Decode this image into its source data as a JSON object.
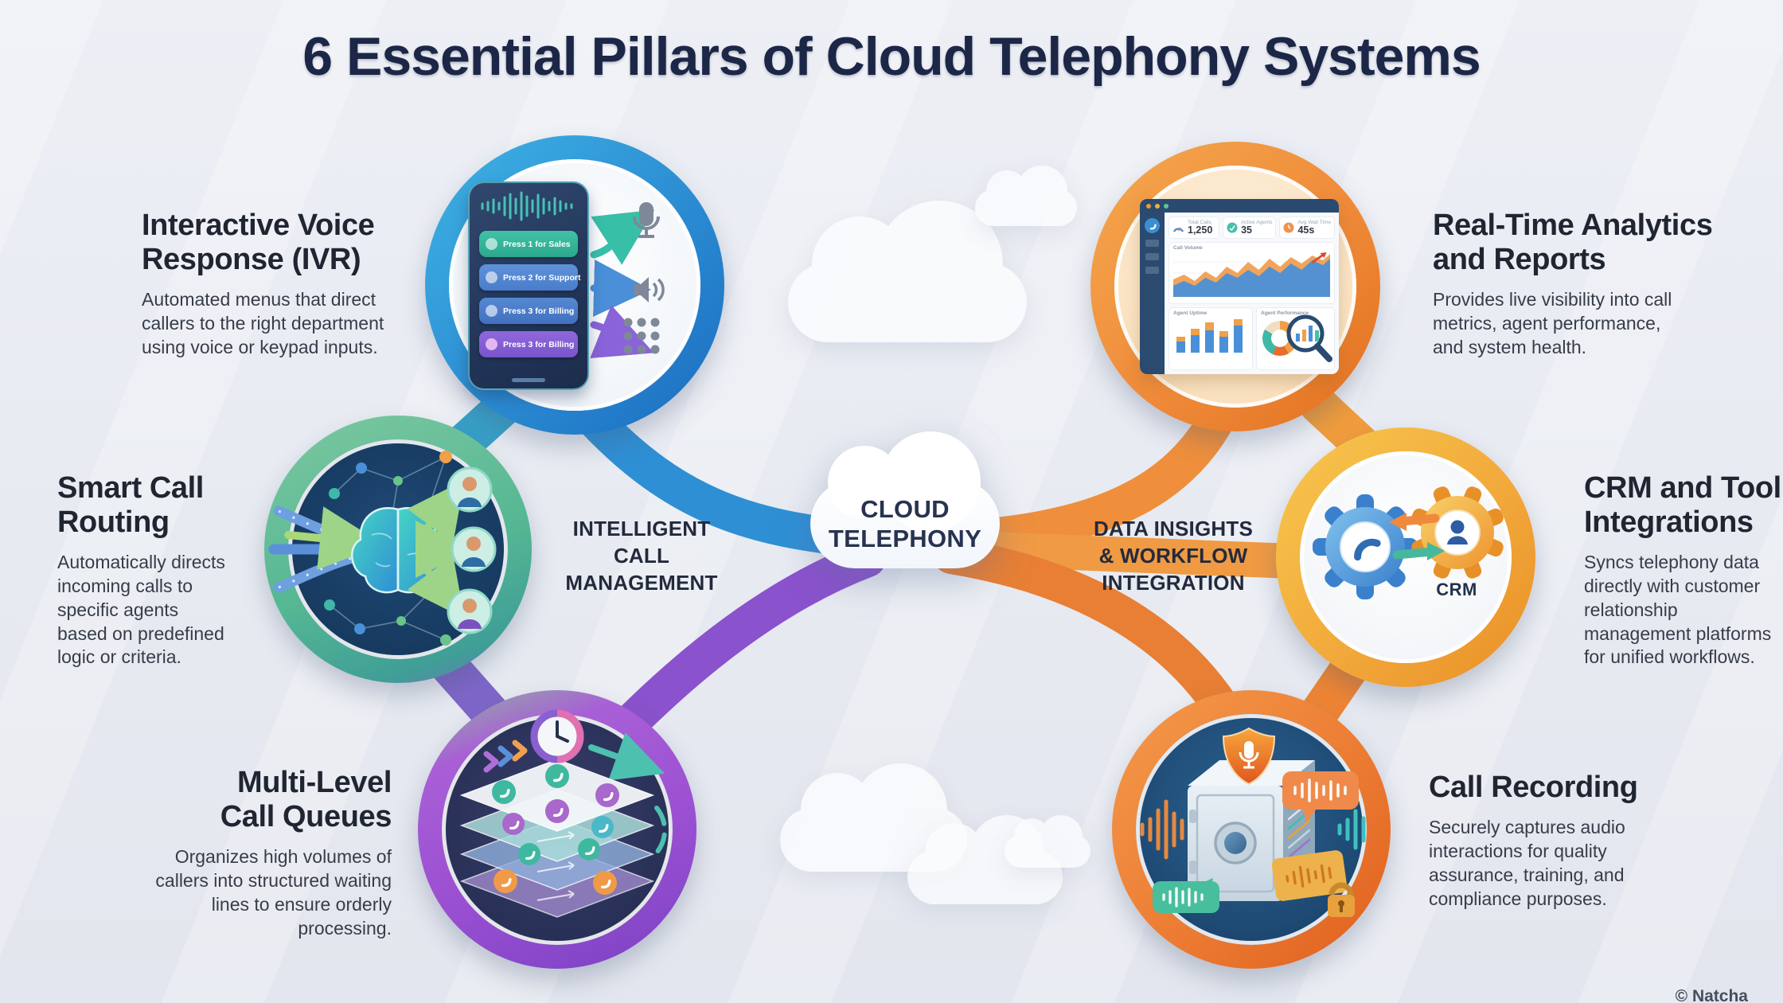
{
  "title": "6 Essential Pillars of Cloud Telephony Systems",
  "center": {
    "cloud_label": "CLOUD\nTELEPHONY",
    "left_group_label": "INTELLIGENT\nCALL\nMANAGEMENT",
    "right_group_label": "DATA INSIGHTS\n& WORKFLOW\nINTEGRATION"
  },
  "pillars": [
    {
      "id": "ivr",
      "title": "Interactive Voice\nResponse (IVR)",
      "description": "Automated menus that direct\ncallers to the right department\nusing voice or keypad inputs.",
      "accent_color": "#2e8fd5"
    },
    {
      "id": "smart-call-routing",
      "title": "Smart Call\nRouting",
      "description": "Automatically directs\nincoming calls to\nspecific agents\nbased on predefined\nlogic or criteria.",
      "accent_color": "#55b793"
    },
    {
      "id": "multi-level-call-queues",
      "title": "Multi-Level\nCall Queues",
      "description": "Organizes high volumes of\ncallers into structured waiting\nlines to ensure orderly\nprocessing.",
      "accent_color": "#9a57d2"
    },
    {
      "id": "real-time-analytics",
      "title": "Real-Time Analytics\nand Reports",
      "description": "Provides live visibility into call\nmetrics, agent performance,\nand system health.",
      "accent_color": "#ef8b3a"
    },
    {
      "id": "crm-tool-integrations",
      "title": "CRM and Tool\nIntegrations",
      "description": "Syncs telephony data\ndirectly with customer\nrelationship\nmanagement platforms\nfor unified workflows.",
      "accent_color": "#f2a93b"
    },
    {
      "id": "call-recording",
      "title": "Call Recording",
      "description": "Securely captures audio\ninteractions for quality\nassurance, training, and\ncompliance purposes.",
      "accent_color": "#ec7c33"
    }
  ],
  "ivr_graphic": {
    "menu_items": [
      "Press 1 for Sales",
      "Press 2 for Support",
      "Press 3 for Billing",
      "Press 3 for Billing"
    ]
  },
  "crm_graphic": {
    "label": "CRM"
  },
  "analytics_dashboard": {
    "kpis": [
      {
        "label": "Total Calls",
        "value": "1,250"
      },
      {
        "label": "Active Agents",
        "value": "35"
      },
      {
        "label": "Avg Wait Time",
        "value": "45s"
      }
    ],
    "chart_labels": {
      "area": "Call Volume",
      "bars": "Agent Uptime",
      "donut": "Agent Performance"
    }
  },
  "watermark": "© Natcha"
}
